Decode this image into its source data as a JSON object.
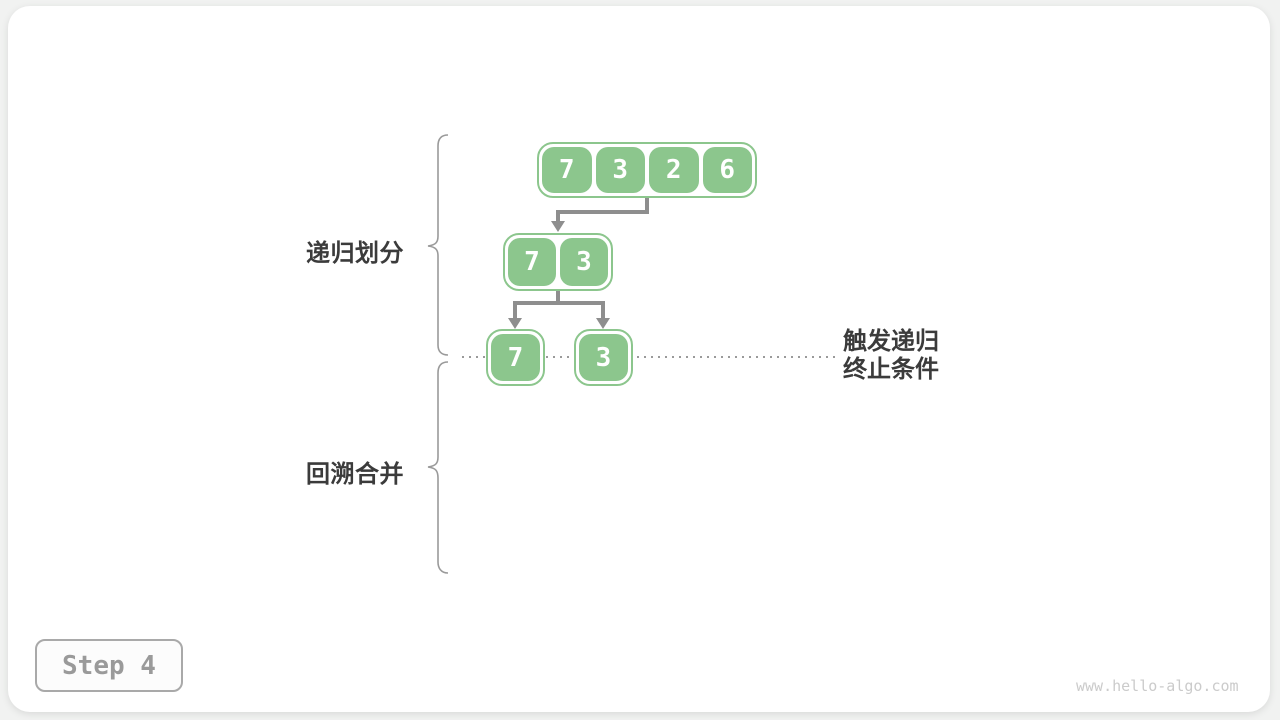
{
  "diagram": {
    "root_array": [
      7,
      3,
      2,
      6
    ],
    "left_subarray": [
      7,
      3
    ],
    "leaf_left": [
      7
    ],
    "leaf_right": [
      3
    ],
    "divide_label": "递归划分",
    "merge_label": "回溯合并",
    "note_line1": "触发递归",
    "note_line2": "终止条件"
  },
  "footer": {
    "step_label": "Step 4",
    "watermark": "www.hello-algo.com"
  },
  "colors": {
    "cell_green": "#8cc68d",
    "arrow_gray": "#8e8e8e",
    "brace_gray": "#9a9a9a",
    "dotted_line_gray": "#9a9a9a",
    "label_dark": "#3b3b3b",
    "step_gray": "#9a9a9a",
    "watermark_gray": "#cbcbcb"
  }
}
